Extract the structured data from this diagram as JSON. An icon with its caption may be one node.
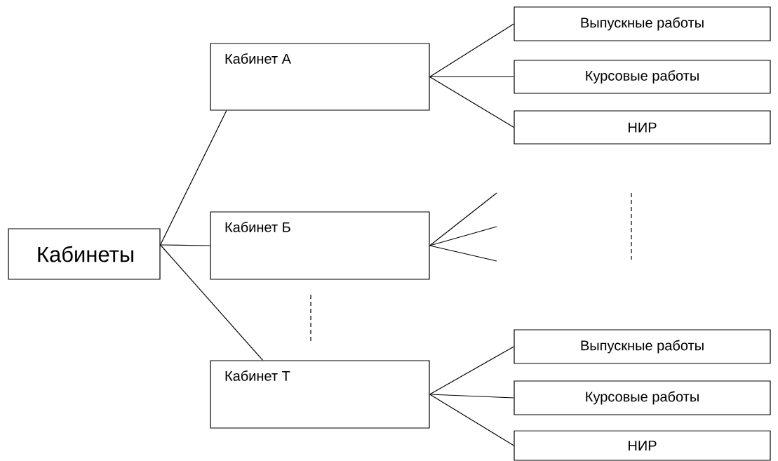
{
  "diagram": {
    "nodes": [
      {
        "text": [
          "Кабинеты"
        ]
      },
      {
        "text": [
          "Кабинет  А"
        ]
      },
      {
        "text": [
          "Кабинет  Б"
        ]
      },
      {
        "text": [
          "Кабинет  Т"
        ]
      },
      {
        "text": [
          "Выпускные работы"
        ]
      },
      {
        "text": [
          "Курсовые работы"
        ]
      },
      {
        "text": [
          "НИР"
        ]
      },
      {
        "text": [
          "Выпускные работы"
        ]
      },
      {
        "text": [
          "Курсовые работы"
        ]
      },
      {
        "text": [
          "НИР"
        ]
      }
    ],
    "edges": [
      {
        "from": 0,
        "to": 1,
        "arrow": "none"
      },
      {
        "from": 0,
        "to": 2,
        "arrow": "none"
      },
      {
        "from": 0,
        "to": 3,
        "arrow": "none"
      },
      {
        "from": 1,
        "to": 4,
        "arrow": "none"
      },
      {
        "from": 1,
        "to": 5,
        "arrow": "none"
      },
      {
        "from": 1,
        "to": 6,
        "arrow": "none"
      },
      {
        "from": 2,
        "to": null,
        "arrow": "none"
      },
      {
        "from": 2,
        "to": null,
        "arrow": "none"
      },
      {
        "from": 2,
        "to": null,
        "arrow": "none"
      },
      {
        "from": 3,
        "to": 7,
        "arrow": "none"
      },
      {
        "from": 3,
        "to": 8,
        "arrow": "none"
      },
      {
        "from": 3,
        "to": 9,
        "arrow": "none"
      }
    ]
  }
}
